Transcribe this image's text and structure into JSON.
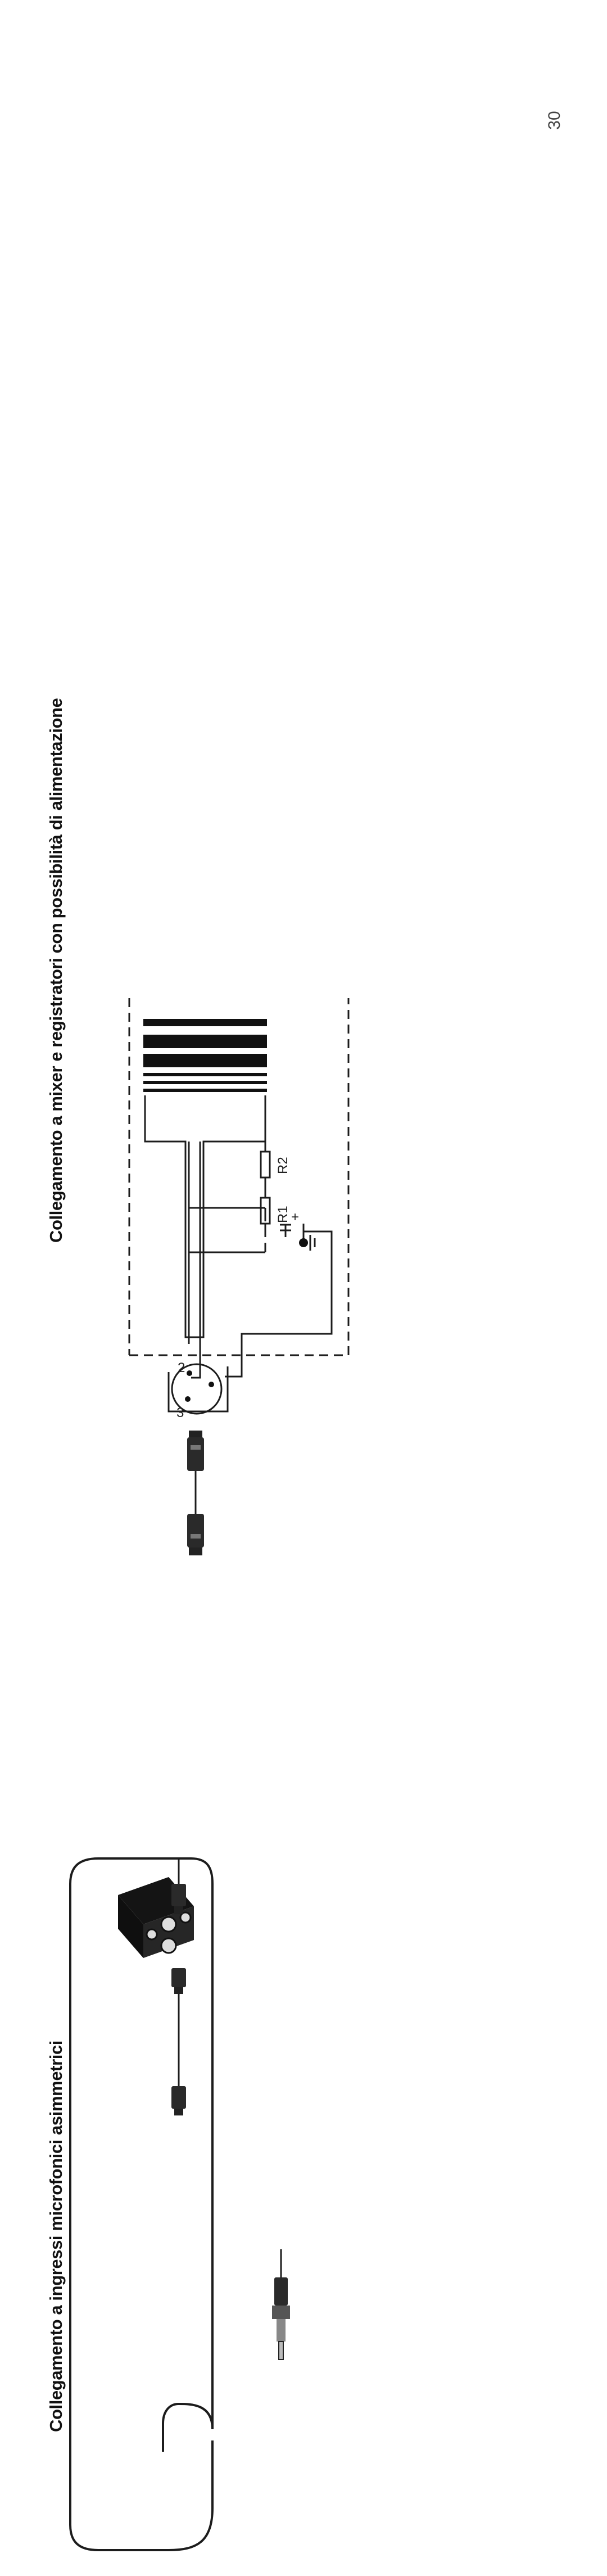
{
  "page_number": "30",
  "figure_mixer": {
    "title": "Collegamento a mixer e registratori con possibilità di alimentazione",
    "labels": {
      "r1": "R1",
      "r2": "R2",
      "pin_1": "1",
      "pin_2": "2",
      "pin_3": "3",
      "plus": "+"
    }
  },
  "figure_asymmetric": {
    "title": "Collegamento a ingressi microfonici asimmetrici"
  }
}
